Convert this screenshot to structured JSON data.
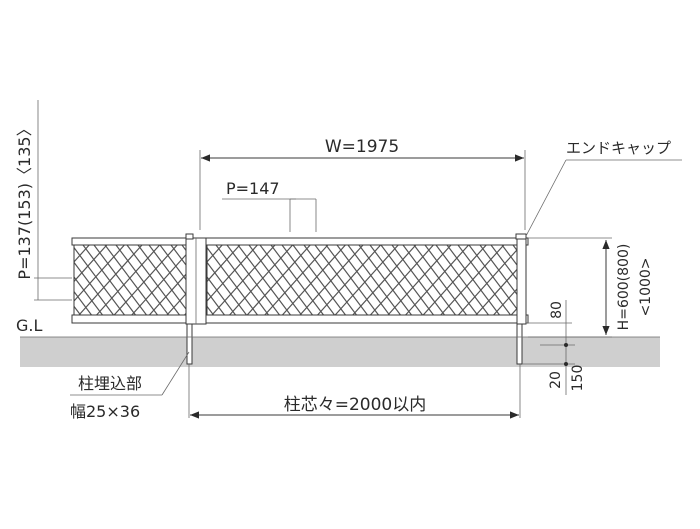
{
  "labels": {
    "width": "W=1975",
    "pitch_top": "P=147",
    "pitch_side": "P=137(153)〈135〉",
    "end_cap": "エンドキャップ",
    "height": "H=600(800)",
    "height_alt": "<1000>",
    "ground_level": "G.L",
    "post_embed_line1": "柱埋込部",
    "post_embed_line2": "幅25×36",
    "post_spacing": "柱芯々=2000以内",
    "clearance": "80",
    "embed_a": "20",
    "embed_b": "150"
  },
  "colors": {
    "ground": "#cfcfcf",
    "line": "#3a3a3a",
    "lattice": "#555555"
  }
}
